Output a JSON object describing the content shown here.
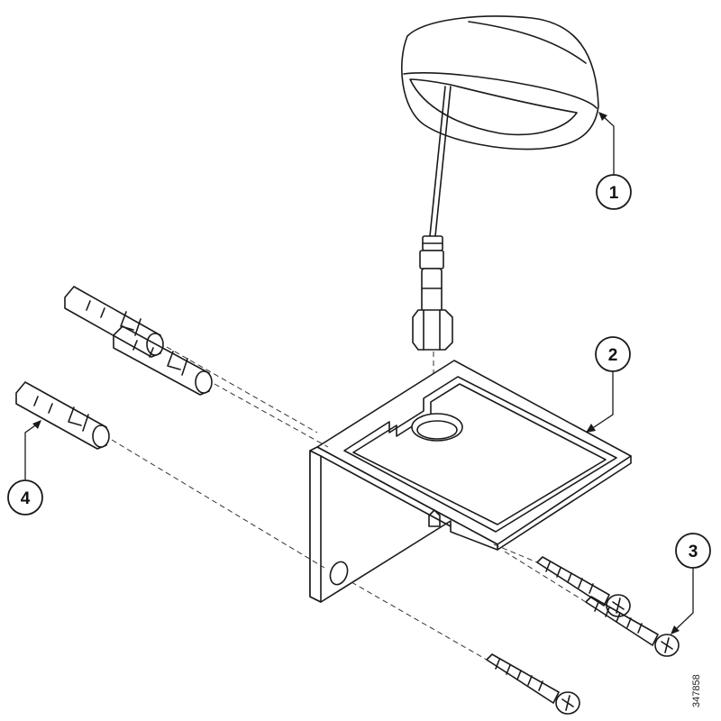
{
  "callouts": [
    {
      "label": "1"
    },
    {
      "label": "2"
    },
    {
      "label": "3"
    },
    {
      "label": "4"
    }
  ],
  "figure_id": "347858",
  "colors": {
    "line": "#1a1a1a",
    "shade_light": "#e6e6e6",
    "shade_mid": "#b5b5b5",
    "shade_dark": "#8a8a8a",
    "background": "#ffffff"
  }
}
